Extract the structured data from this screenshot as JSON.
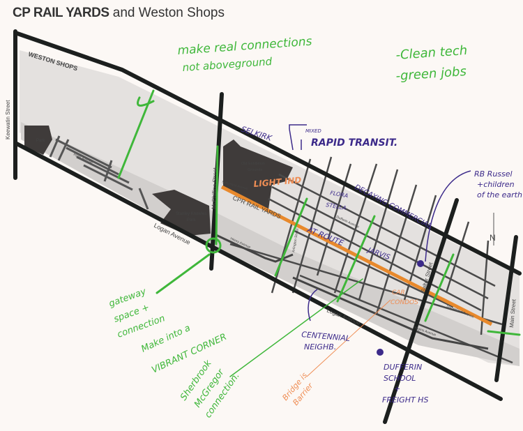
{
  "title": {
    "bold": "CP RAIL YARDS",
    "rest": "and Weston Shops"
  },
  "map_labels": {
    "weston_shops": "WESTON SHOPS",
    "keewatin": "Keewatin Street",
    "park": "Park",
    "inysh": "Inysh Avenue",
    "stanley_knowles": "Stanley Knowles",
    "stanley_knowles_2": "Park",
    "logan_west": "Logan Avenue",
    "mcphillips": "McPhillips Street",
    "old_exhibition": "Old Exhibition",
    "old_exhibition_2": "Grounds",
    "sutherland_west": "Sutherland Avenue",
    "cpr": "CPR RAIL YARDS",
    "henry": "Henry Avenue",
    "arlington": "Arlington Street",
    "dufferin": "Dufferin Avenue",
    "logan_east": "Logan Avenue",
    "salter": "Salter Street",
    "sutherland_east": "Sutherland Avenue",
    "higgins": "Higgins Avenue",
    "main": "Main Street",
    "north": "N"
  },
  "annotations": {
    "connections_1": "make real connections",
    "connections_2": "not aboveground",
    "clean_tech": "-Clean tech",
    "green_jobs": "-green jobs",
    "selkirk": "SELKIRK",
    "mixed": "MIXED",
    "rapid_transit": "RAPID TRANSIT.",
    "rb_russel_1": "RB Russel",
    "rb_russel_2": "+children",
    "rb_russel_3": "of the earth",
    "flora": "FLORA",
    "stella": "STELLA",
    "decaying": "DECAYING COMMERCIAL",
    "light_ind": "LIGHT IND",
    "at_route": "AT ROUTE",
    "jarvis": "JARVIS",
    "car_condos_1": "CAR",
    "car_condos_2": "CONDOS",
    "centennial_1": "CENTENNIAL",
    "centennial_2": "NEIGHB.",
    "gateway_1": "gateway",
    "gateway_2": "space +",
    "gateway_3": "connection",
    "vibrant_1": "Make into a",
    "vibrant_2": "VIBRANT CORNER",
    "sherbrook_1": "Sherbrook",
    "sherbrook_2": "McGregor",
    "sherbrook_3": "connection.",
    "bridge_1": "Bridge is",
    "bridge_2": "Barrier",
    "dufferin_1": "DUFFERIN",
    "dufferin_2": "SCHOOL",
    "dufferin_3": "+",
    "dufferin_4": "FREIGHT HS"
  },
  "colors": {
    "road": "#1c1f1e",
    "rail": "#d9d6d4",
    "building": "#3f3b3a",
    "industrial": "#e8892c",
    "green_ink": "#3fb73a",
    "purple_ink": "#3c2a8a",
    "orange_ink": "#ef8e55"
  }
}
